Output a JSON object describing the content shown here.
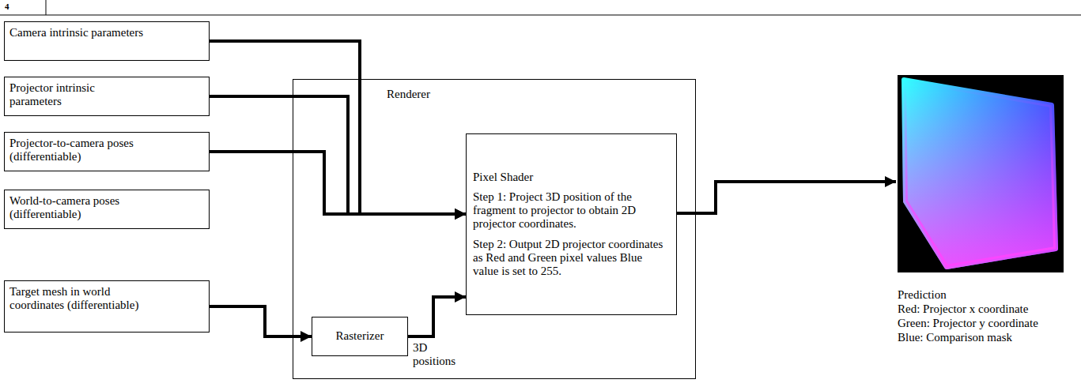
{
  "diagram": {
    "nodes": [
      {
        "text": [
          "Camera intrinsic parameters"
        ]
      },
      {
        "text": [
          "Projector intrinsic parameters"
        ]
      },
      {
        "text": [
          "Projector-to-camera poses (differentiable)"
        ]
      },
      {
        "text": [
          "World-to-camera poses (differentiable)"
        ]
      },
      {
        "text": [
          "Target mesh in world coordinates (differentiable)"
        ]
      },
      {
        "text": [
          "Renderer"
        ]
      },
      {
        "text": [
          "Pixel Shader",
          "Step 1: Project 3D position of the fragment to projector to obtain 2D projector coordinates.",
          "Step 2: Output 2D projector coordinates as Red and Green pixel values Blue value is set to 255."
        ],
        "in": 5
      },
      {
        "text": [
          "Rasterizer"
        ],
        "in": 5
      }
    ],
    "edges": [
      {
        "from": 0,
        "to": 6,
        "arrow": "to"
      },
      {
        "from": 1,
        "to": 6,
        "arrow": "to"
      },
      {
        "from": 2,
        "to": 6,
        "arrow": "to"
      },
      {
        "from": 4,
        "to": 7,
        "arrow": "to"
      },
      {
        "from": 7,
        "to": 6,
        "arrow": "to"
      }
    ],
    "labels": [
      "4",
      "3D positions",
      "Prediction",
      "Red: Projector x coordinate",
      "Green: Projector y coordinate",
      "Blue: Comparison mask"
    ]
  }
}
